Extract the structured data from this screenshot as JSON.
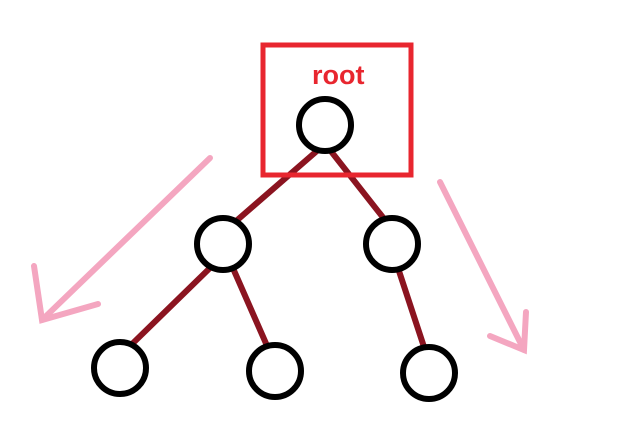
{
  "diagram": {
    "root_label": "root",
    "colors": {
      "highlight": "#e8262f",
      "edge": "#8b1420",
      "node": "#000000",
      "arrow": "#f4a6c0"
    },
    "nodes": [
      "root",
      "left",
      "right",
      "left-left",
      "left-right",
      "right-left"
    ],
    "edges": [
      [
        "root",
        "left"
      ],
      [
        "root",
        "right"
      ],
      [
        "left",
        "left-left"
      ],
      [
        "left",
        "left-right"
      ],
      [
        "right",
        "right-left"
      ]
    ]
  }
}
